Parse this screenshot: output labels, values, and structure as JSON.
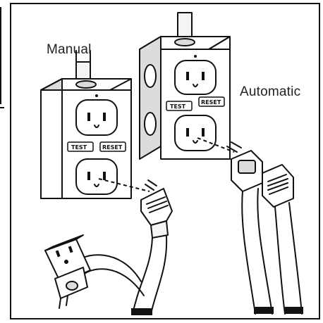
{
  "labels": {
    "manual": "Manual",
    "automatic": "Automatic"
  },
  "buttons": {
    "test": "TEST",
    "reset": "RESET"
  },
  "colors": {
    "line": "#111111",
    "cord": "#f4f4f4",
    "box": "#ffffff",
    "shade": "#d9d9d9"
  }
}
